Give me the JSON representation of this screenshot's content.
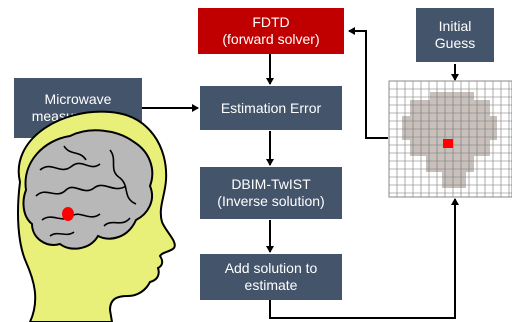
{
  "nodes": {
    "fdtd": {
      "line1": "FDTD",
      "line2": "(forward solver)",
      "color": "#c00000"
    },
    "initial_guess": {
      "line1": "Initial",
      "line2": "Guess"
    },
    "microwave": {
      "line1": "Microwave",
      "line2": "measurements"
    },
    "estimation_error": {
      "line1": "Estimation Error"
    },
    "dbim": {
      "line1": "DBIM-TwIST",
      "line2": "(Inverse solution)"
    },
    "add_solution": {
      "line1": "Add solution to",
      "line2": "estimate"
    }
  },
  "colors": {
    "box": "#44546a",
    "head_fill": "#e8f07a",
    "brain_fill": "#b8b8b8",
    "grid_fill": "#c9c0bb",
    "target": "#ff0000"
  },
  "icons": [
    "head-with-brain-icon",
    "voxel-grid-icon"
  ]
}
